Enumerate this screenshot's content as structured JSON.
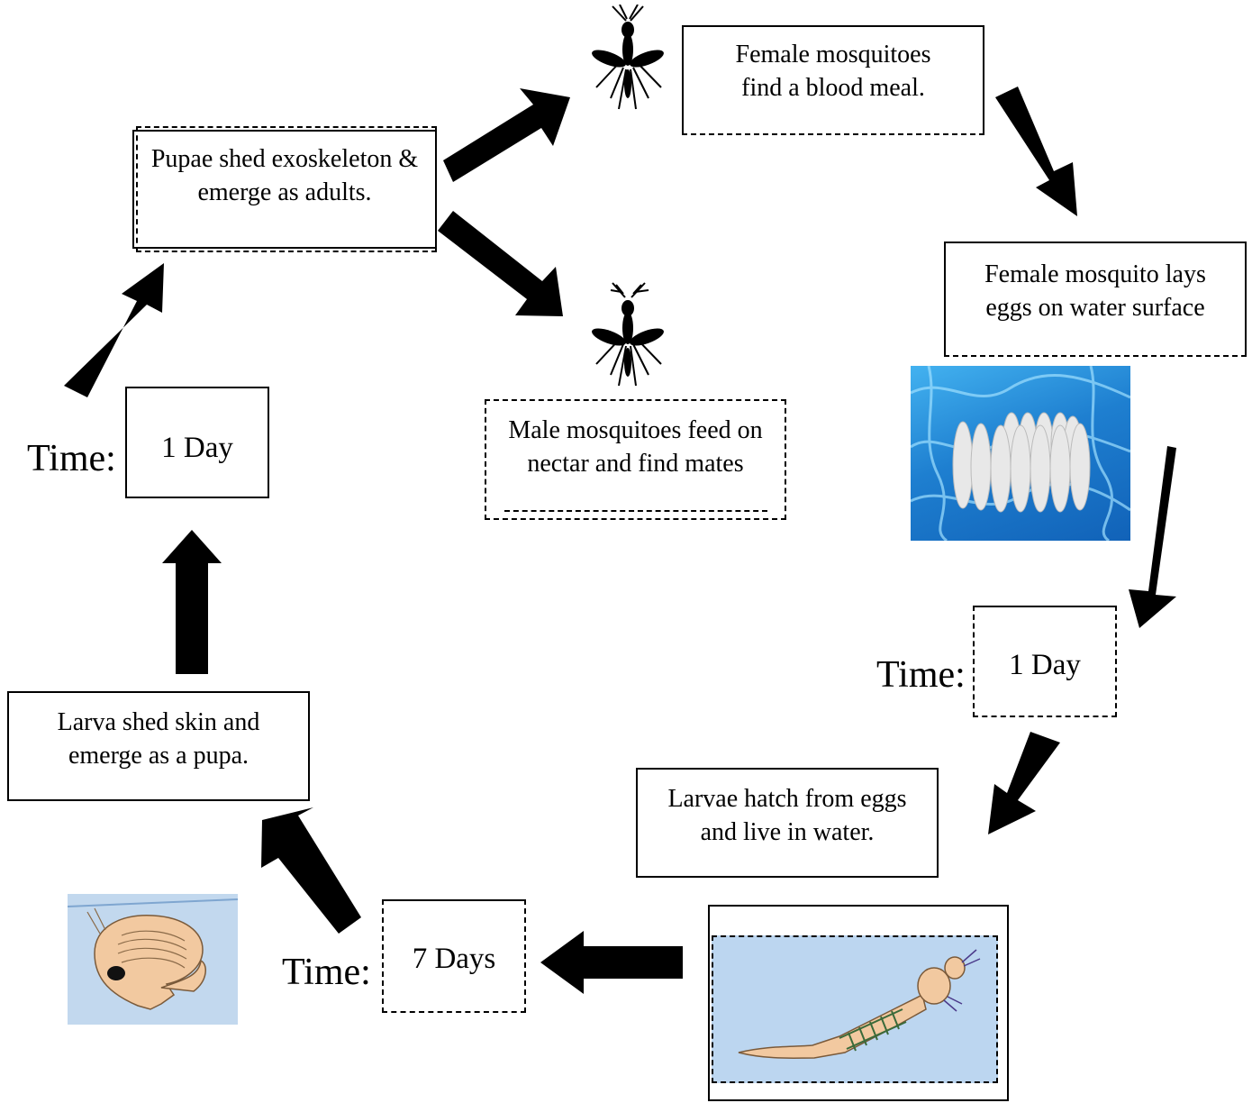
{
  "boxes": {
    "female_blood": "Female mosquitoes find a blood meal.",
    "lays_eggs": "Female mosquito lays eggs on water surface",
    "larvae_hatch": "Larvae hatch from eggs and live in water.",
    "larva_shed": "Larva shed skin and emerge as a pupa.",
    "pupae_shed": "Pupae shed exoskeleton & emerge as adults.",
    "male_feed": "Male mosquitoes feed on nectar and find mates"
  },
  "times": {
    "label": "Time:",
    "right": "1 Day",
    "bottom": "7 Days",
    "left": "1 Day"
  },
  "colors": {
    "arrow": "#000000",
    "water": "#2e8fd8",
    "paper_water": "#b9d3ee",
    "larva_body": "#f2c9a0"
  }
}
